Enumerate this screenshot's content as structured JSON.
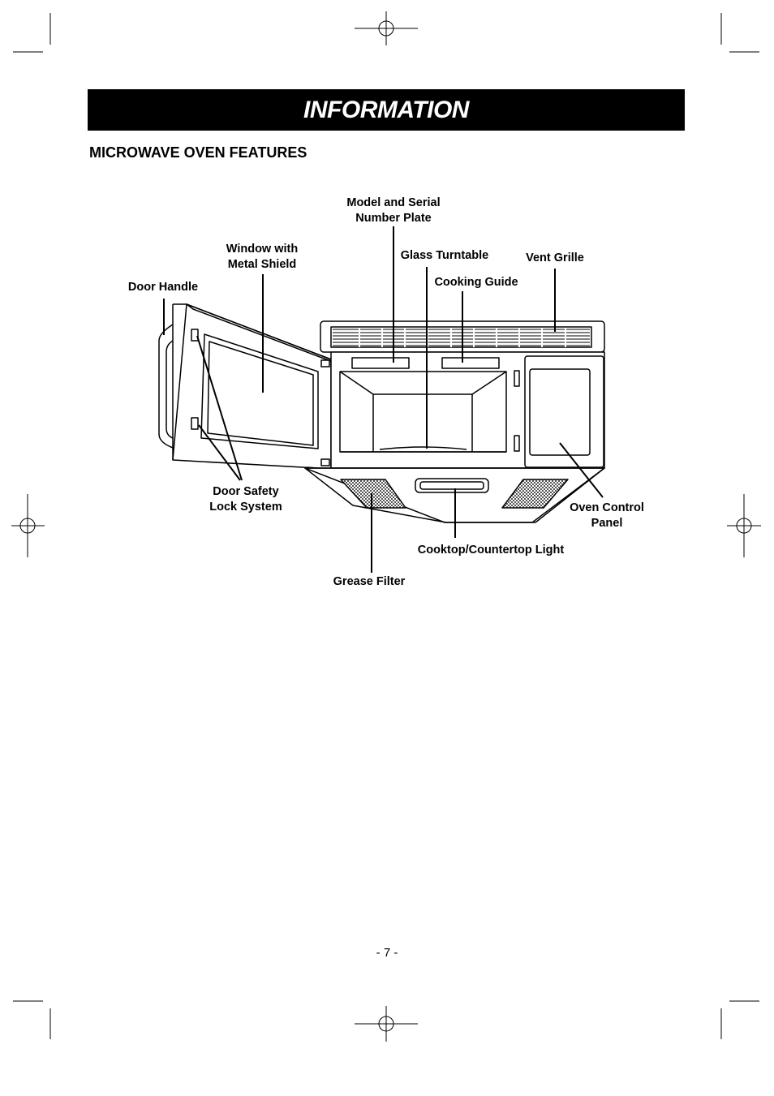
{
  "header": {
    "title": "INFORMATION"
  },
  "section": {
    "title": "MICROWAVE OVEN FEATURES"
  },
  "labels": {
    "model_plate": {
      "line1": "Model and Serial",
      "line2": "Number Plate"
    },
    "window": {
      "line1": "Window with",
      "line2": "Metal Shield"
    },
    "glass_turntable": "Glass Turntable",
    "vent_grille": "Vent Grille",
    "door_handle": "Door Handle",
    "cooking_guide": "Cooking Guide",
    "door_safety": {
      "line1": "Door Safety",
      "line2": "Lock System"
    },
    "oven_control": {
      "line1": "Oven Control",
      "line2": "Panel"
    },
    "cooktop_light": "Cooktop/Countertop Light",
    "grease_filter": "Grease Filter"
  },
  "footer": {
    "page_number": "- 7 -"
  }
}
